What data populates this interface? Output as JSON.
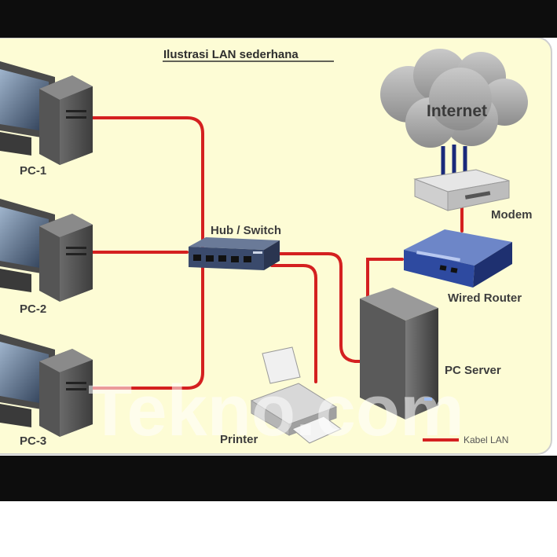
{
  "diagram": {
    "title": "Ilustrasi LAN sederhana",
    "cloud_label": "Internet",
    "nodes": {
      "pc1": "PC-1",
      "pc2": "PC-2",
      "pc3": "PC-3",
      "hub": "Hub / Switch",
      "modem": "Modem",
      "router": "Wired Router",
      "server": "PC Server",
      "printer": "Printer"
    },
    "legend": {
      "label": "Kabel LAN",
      "color": "#d42020"
    },
    "watermark": "Tekno.com"
  },
  "colors": {
    "background": "#fdfcd5",
    "cable": "#d42020",
    "band": "#0d0d0d"
  }
}
